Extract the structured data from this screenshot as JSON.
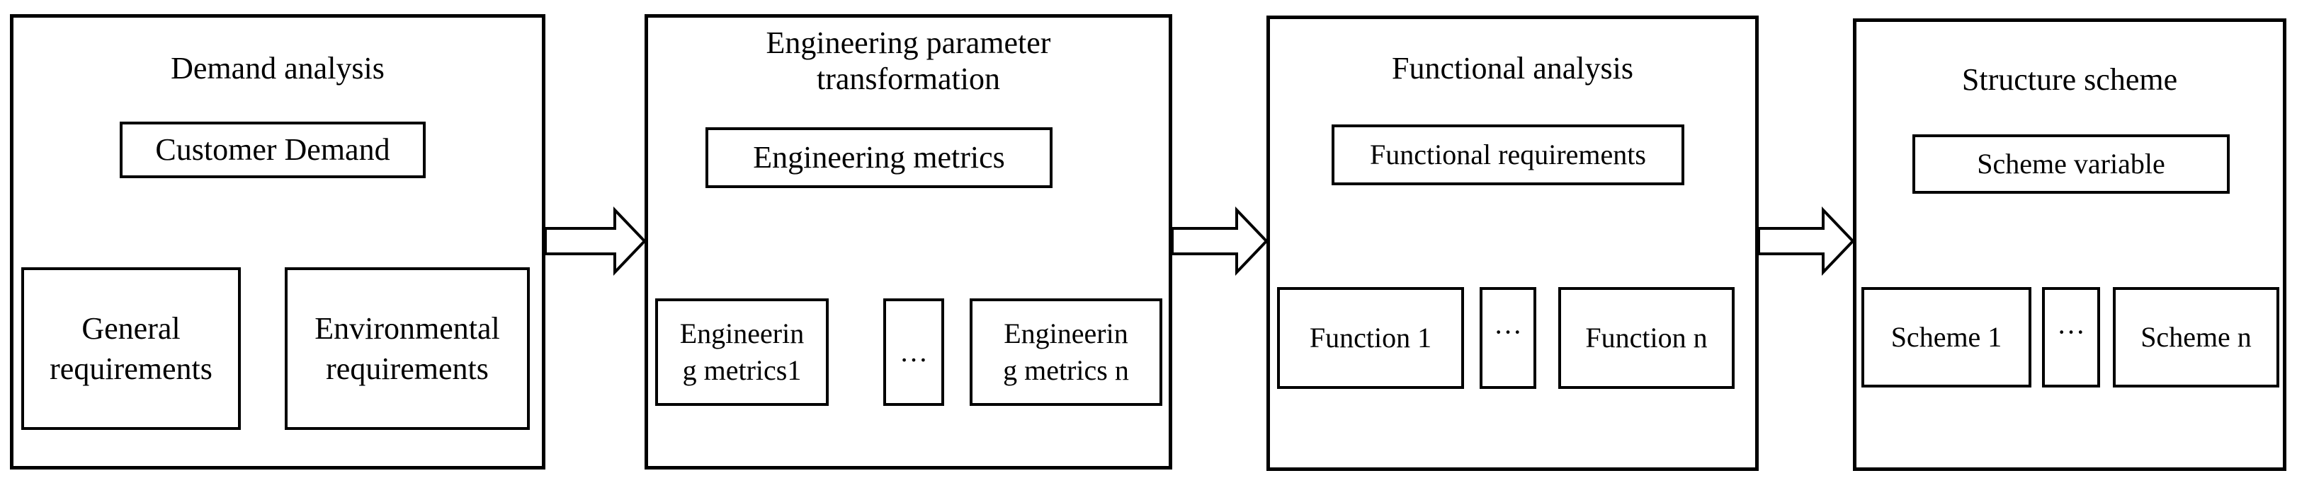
{
  "stages": [
    {
      "title": "Demand analysis",
      "top_box": "Customer Demand",
      "children": [
        "General\nrequirements",
        "Environmental\nrequirements"
      ]
    },
    {
      "title": "Engineering parameter\ntransformation",
      "top_box": "Engineering metrics",
      "children": [
        "Engineerin\ng metrics1",
        "…",
        "Engineerin\ng metrics n"
      ]
    },
    {
      "title": "Functional analysis",
      "top_box": "Functional requirements",
      "children": [
        "Function 1",
        "···",
        "Function n"
      ]
    },
    {
      "title": "Structure scheme",
      "top_box": "Scheme variable",
      "children": [
        "Scheme 1",
        "···",
        "Scheme n"
      ]
    }
  ]
}
